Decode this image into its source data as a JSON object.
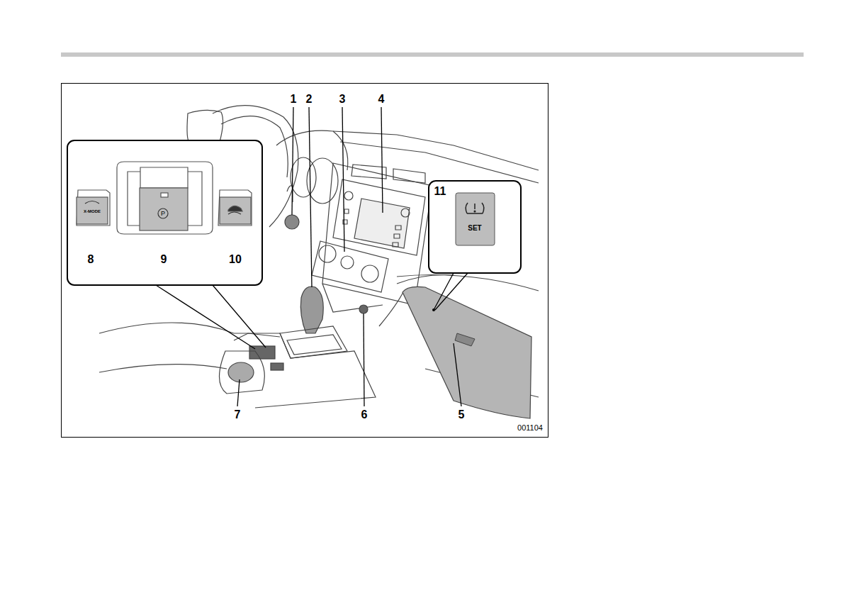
{
  "diagram": {
    "labels": [
      "1",
      "2",
      "3",
      "4",
      "11",
      "SET",
      "X-MODE",
      "P",
      "8",
      "9",
      "10",
      "7",
      "6",
      "5",
      "001104"
    ]
  }
}
